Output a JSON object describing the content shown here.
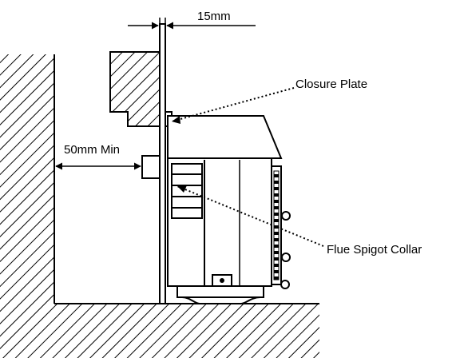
{
  "labels": {
    "clearance": "15mm",
    "closure_plate": "Closure Plate",
    "min_distance": "50mm Min",
    "flue_spigot_collar": "Flue Spigot Collar"
  },
  "colors": {
    "line": "#000000",
    "background": "#ffffff"
  }
}
